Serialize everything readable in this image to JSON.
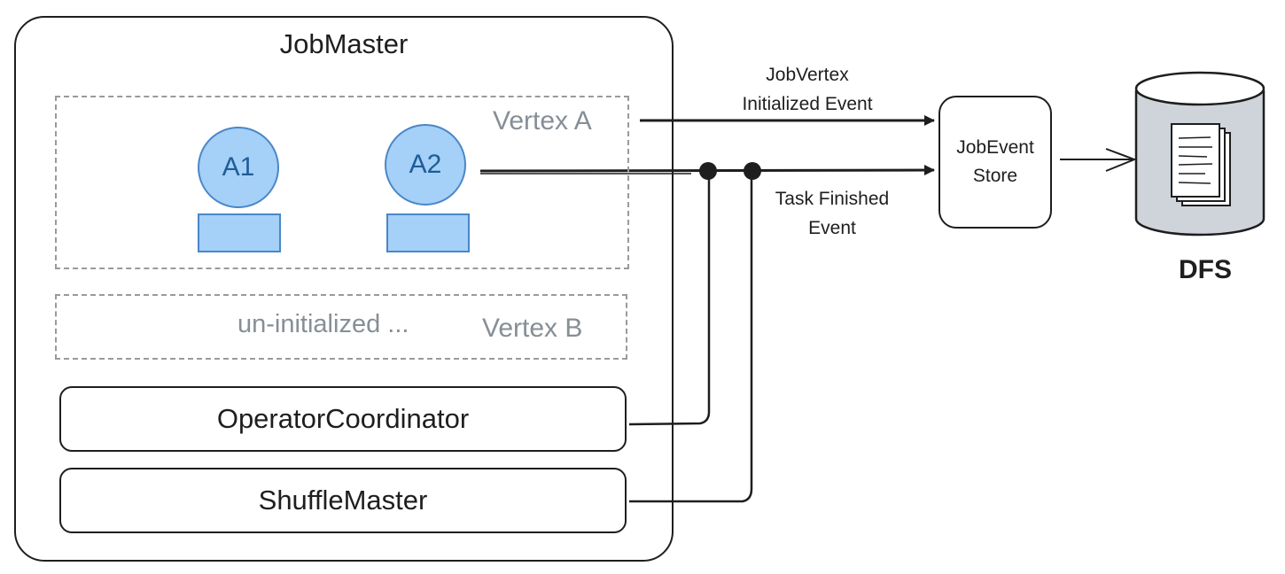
{
  "jobmaster": {
    "title": "JobMaster",
    "vertex_a_label": "Vertex A",
    "vertex_b_label": "Vertex B",
    "vertex_b_status": "un-initialized ...",
    "tasks": [
      "A1",
      "A2"
    ],
    "components": [
      "OperatorCoordinator",
      "ShuffleMaster"
    ]
  },
  "events": {
    "vertex_initialized": [
      "JobVertex",
      "Initialized Event"
    ],
    "task_finished": [
      "Task Finished",
      "Event"
    ]
  },
  "store": {
    "line1": "JobEvent",
    "line2": "Store"
  },
  "dfs": {
    "label": "DFS"
  },
  "colors": {
    "task_fill": "#a5d0f7",
    "task_stroke": "#4a86c8",
    "dashed": "#9a9a9a",
    "storage_fill": "#ced4da"
  }
}
